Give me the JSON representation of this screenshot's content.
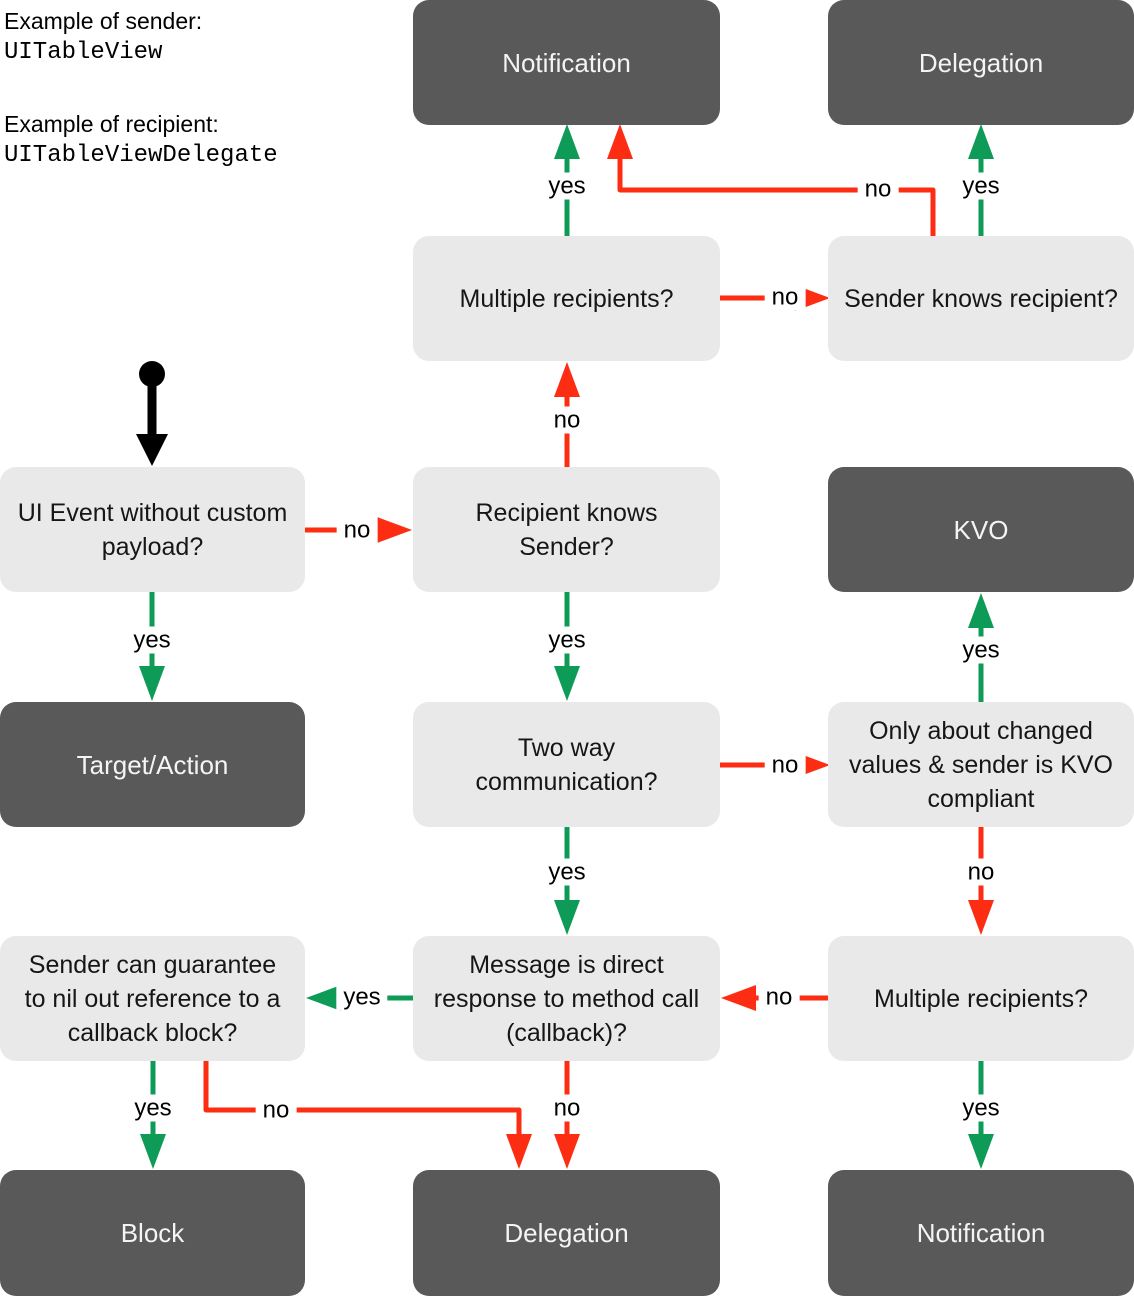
{
  "note": {
    "sender_caption": "Example of sender:",
    "sender_example": "UITableView",
    "recipient_caption": "Example of recipient:",
    "recipient_example": "UITableViewDelegate"
  },
  "colors": {
    "yes-green": "#0e9b57",
    "no-red": "#fc2d12",
    "outcome-gray": "#595959",
    "decision-gray": "#e9e9e9",
    "start-black": "#000000"
  },
  "nodes": {
    "notification_top": {
      "label": "Notification",
      "type": "outcome"
    },
    "delegation_top": {
      "label": "Delegation",
      "type": "outcome"
    },
    "multiple_recipients_top": {
      "label": "Multiple recipients?",
      "type": "decision"
    },
    "sender_knows_recipient": {
      "label": "Sender knows recipient?",
      "type": "decision"
    },
    "ui_event": {
      "label": "UI Event without custom\npayload?",
      "type": "decision"
    },
    "recipient_knows_sender": {
      "label": "Recipient knows\nSender?",
      "type": "decision"
    },
    "kvo": {
      "label": "KVO",
      "type": "outcome"
    },
    "target_action": {
      "label": "Target/Action",
      "type": "outcome"
    },
    "two_way": {
      "label": "Two way\ncommunication?",
      "type": "decision"
    },
    "only_changed": {
      "label": "Only about changed\nvalues & sender is KVO\ncompliant",
      "type": "decision"
    },
    "nil_out": {
      "label": "Sender can guarantee\nto nil out reference to a\ncallback block?",
      "type": "decision"
    },
    "direct_response": {
      "label": "Message is direct\nresponse to method call\n(callback)?",
      "type": "decision"
    },
    "multiple_recipients_bottom": {
      "label": "Multiple recipients?",
      "type": "decision"
    },
    "block": {
      "label": "Block",
      "type": "outcome"
    },
    "delegation_bottom": {
      "label": "Delegation",
      "type": "outcome"
    },
    "notification_bottom": {
      "label": "Notification",
      "type": "outcome"
    }
  },
  "edges": [
    {
      "from": "multiple_recipients_top",
      "to": "notification_top",
      "label": "yes"
    },
    {
      "from": "sender_knows_recipient",
      "to": "notification_top",
      "label": "no"
    },
    {
      "from": "sender_knows_recipient",
      "to": "delegation_top",
      "label": "yes"
    },
    {
      "from": "multiple_recipients_top",
      "to": "sender_knows_recipient",
      "label": "no"
    },
    {
      "from": "recipient_knows_sender",
      "to": "multiple_recipients_top",
      "label": "no"
    },
    {
      "from": "ui_event",
      "to": "recipient_knows_sender",
      "label": "no"
    },
    {
      "from": "ui_event",
      "to": "target_action",
      "label": "yes"
    },
    {
      "from": "recipient_knows_sender",
      "to": "two_way",
      "label": "yes"
    },
    {
      "from": "only_changed",
      "to": "kvo",
      "label": "yes"
    },
    {
      "from": "two_way",
      "to": "only_changed",
      "label": "no"
    },
    {
      "from": "two_way",
      "to": "direct_response",
      "label": "yes"
    },
    {
      "from": "only_changed",
      "to": "multiple_recipients_bottom",
      "label": "no"
    },
    {
      "from": "multiple_recipients_bottom",
      "to": "direct_response",
      "label": "no"
    },
    {
      "from": "direct_response",
      "to": "nil_out",
      "label": "yes"
    },
    {
      "from": "nil_out",
      "to": "block",
      "label": "yes"
    },
    {
      "from": "nil_out",
      "to": "delegation_bottom",
      "label": "no"
    },
    {
      "from": "direct_response",
      "to": "delegation_bottom",
      "label": "no"
    },
    {
      "from": "multiple_recipients_bottom",
      "to": "notification_bottom",
      "label": "yes"
    },
    {
      "from": "start",
      "to": "ui_event",
      "label": ""
    }
  ]
}
